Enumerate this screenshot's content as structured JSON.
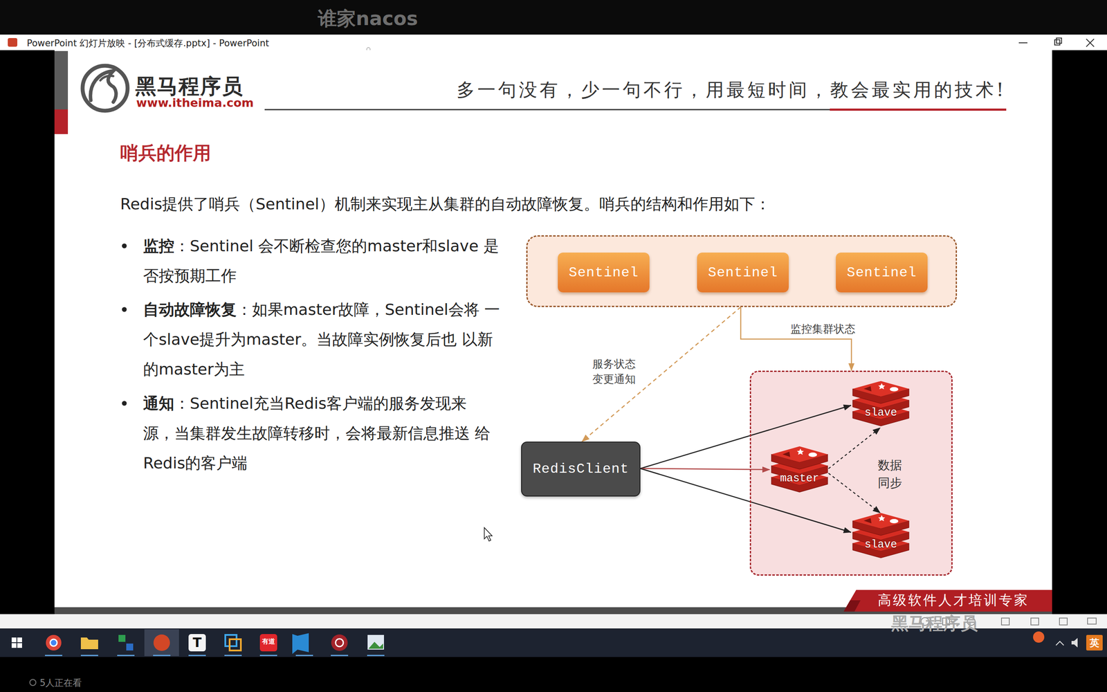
{
  "diagram": {
    "title": "哨兵的作用",
    "nodes": [
      {
        "text": []
      },
      {
        "text": [
          "Sentinel"
        ],
        "in": 0
      },
      {
        "text": [
          "Sentinel"
        ],
        "in": 0
      },
      {
        "text": [
          "Sentinel"
        ],
        "in": 0
      },
      {
        "text": []
      },
      {
        "text": [
          "slave"
        ],
        "in": 4
      },
      {
        "text": [
          "master"
        ],
        "in": 4
      },
      {
        "text": [
          "slave"
        ],
        "in": 4
      },
      {
        "text": [
          "RedisClient"
        ]
      }
    ],
    "edges": [
      {
        "from": 0,
        "to": 4,
        "arrow": "to",
        "label": "监控集群状态"
      },
      {
        "from": 0,
        "to": 8,
        "arrow": "to",
        "label": "服务状态 变更通知"
      },
      {
        "from": 8,
        "to": 5,
        "arrow": "to"
      },
      {
        "from": 8,
        "to": 6,
        "arrow": "to"
      },
      {
        "from": 8,
        "to": 7,
        "arrow": "to"
      },
      {
        "from": 6,
        "to": 5,
        "arrow": "to"
      },
      {
        "from": 6,
        "to": 7,
        "arrow": "to"
      }
    ],
    "labels": [
      "谁家nacos",
      "PowerPoint 幻灯片放映 - [分布式缓存.pptx] - PowerPoint",
      "黑马程序员",
      "www.itheima.com",
      "多一句没有，少一句不行，用最短时间，教会最实用的技术!",
      "Redis提供了哨兵（Sentinel）机制来实现主从集群的自动故障恢复。哨兵的结构和作用如下：",
      "监控",
      "：Sentinel 会不断检查您的master和slave 是否按预期工作",
      "自动故障恢复",
      "：如果master故障，Sentinel会将 一个slave提升为master。当故障实例恢复后也 以新的master为主",
      "通知",
      "：Sentinel充当Redis客户端的服务发现来 源，当集群发生故障转移时，会将最新信息推送 给Redis的客户端",
      "数据 同步",
      "高级软件人才培训专家",
      "黑马程序员",
      "5人正在看",
      "有道",
      "T",
      "英"
    ]
  }
}
